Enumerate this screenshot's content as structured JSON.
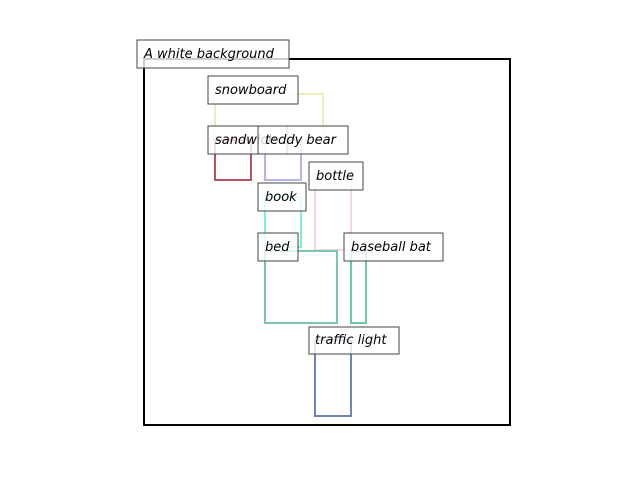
{
  "scene": {
    "background_caption": "A white background",
    "objects": [
      {
        "id": "snowboard",
        "label": "snowboard",
        "color": "#e6f2b8"
      },
      {
        "id": "sandwich",
        "label": "sandwich",
        "color": "#b5545c"
      },
      {
        "id": "teddy-bear",
        "label": "teddy bear",
        "color": "#b3b3f0"
      },
      {
        "id": "bottle",
        "label": "bottle",
        "color": "#f8d5df"
      },
      {
        "id": "book",
        "label": "book",
        "color": "#7ff2cc"
      },
      {
        "id": "bed",
        "label": "bed",
        "color": "#7cc4b3"
      },
      {
        "id": "baseball-bat",
        "label": "baseball bat",
        "color": "#6cc8ac"
      },
      {
        "id": "traffic-light",
        "label": "traffic light",
        "color": "#6f84b8"
      }
    ]
  }
}
